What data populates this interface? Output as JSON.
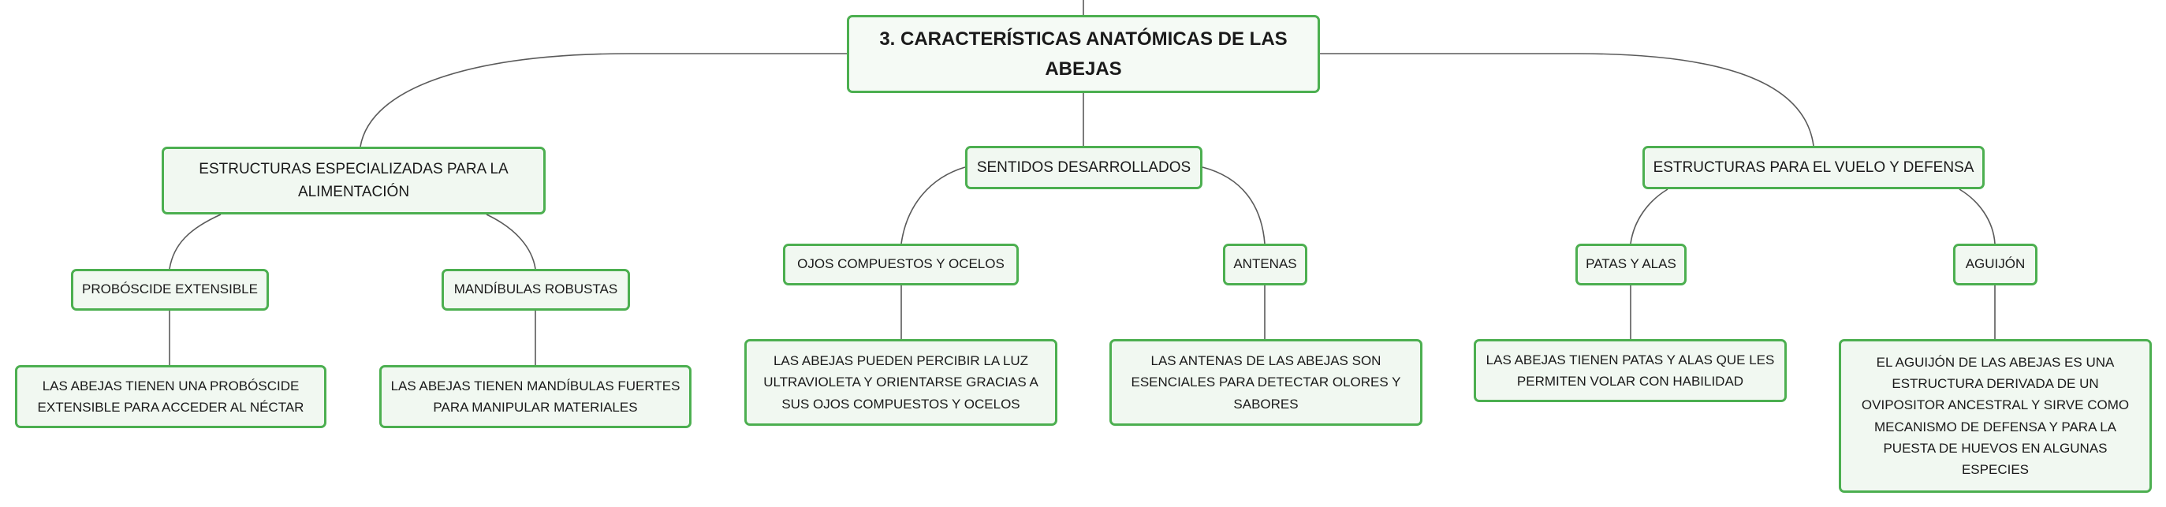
{
  "diagram": {
    "root": "3. CARACTERÍSTICAS ANATÓMICAS DE LAS ABEJAS",
    "branches": [
      {
        "label": "ESTRUCTURAS ESPECIALIZADAS PARA LA ALIMENTACIÓN",
        "children": [
          {
            "label": "PROBÓSCIDE EXTENSIBLE",
            "detail": "LAS ABEJAS TIENEN UNA PROBÓSCIDE EXTENSIBLE PARA ACCEDER AL NÉCTAR"
          },
          {
            "label": "MANDÍBULAS ROBUSTAS",
            "detail": "LAS ABEJAS TIENEN MANDÍBULAS FUERTES PARA MANIPULAR MATERIALES"
          }
        ]
      },
      {
        "label": "SENTIDOS DESARROLLADOS",
        "children": [
          {
            "label": "OJOS COMPUESTOS Y OCELOS",
            "detail": "LAS ABEJAS PUEDEN PERCIBIR LA LUZ ULTRAVIOLETA Y ORIENTARSE GRACIAS A SUS OJOS COMPUESTOS Y OCELOS"
          },
          {
            "label": "ANTENAS",
            "detail": "LAS ANTENAS DE LAS ABEJAS SON ESENCIALES PARA DETECTAR OLORES Y SABORES"
          }
        ]
      },
      {
        "label": "ESTRUCTURAS PARA EL VUELO Y DEFENSA",
        "children": [
          {
            "label": "PATAS Y ALAS",
            "detail": "LAS ABEJAS TIENEN PATAS Y ALAS QUE LES PERMITEN VOLAR CON HABILIDAD"
          },
          {
            "label": "AGUIJÓN",
            "detail": "EL AGUIJÓN DE LAS ABEJAS ES UNA ESTRUCTURA DERIVADA DE UN OVIPOSITOR ANCESTRAL Y SIRVE COMO MECANISMO DE DEFENSA Y PARA LA PUESTA DE HUEVOS EN ALGUNAS ESPECIES"
          }
        ]
      }
    ]
  },
  "colors": {
    "node_border": "#4caf50",
    "node_fill": "#f1f8f1",
    "connector": "#5a5a5a"
  }
}
